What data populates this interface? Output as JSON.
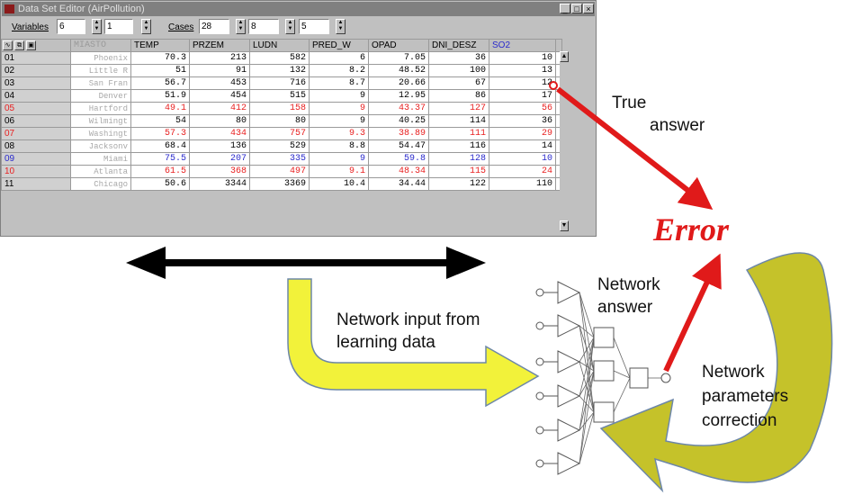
{
  "window": {
    "title": "Data Set Editor (AirPollution)",
    "controls": [
      "_",
      "□",
      "×"
    ]
  },
  "toolbar": {
    "variables_label": "Variables",
    "variables_value": "6",
    "variables_second_value": "1",
    "cases_label": "Cases",
    "cases_value": "28",
    "cases_second_value": "8",
    "cases_third_value": "5"
  },
  "table": {
    "columns": [
      "MIASTO",
      "TEMP",
      "PRZEM",
      "LUDN",
      "PRED_W",
      "OPAD",
      "DNI_DESZ",
      "SO2"
    ],
    "rows": [
      {
        "id": "01",
        "city": "Phoenix",
        "values": [
          "70.3",
          "213",
          "582",
          "6",
          "7.05",
          "36",
          "10"
        ],
        "color": "#000000"
      },
      {
        "id": "02",
        "city": "Little R",
        "values": [
          "51",
          "91",
          "132",
          "8.2",
          "48.52",
          "100",
          "13"
        ],
        "color": "#000000"
      },
      {
        "id": "03",
        "city": "San Fran",
        "values": [
          "56.7",
          "453",
          "716",
          "8.7",
          "20.66",
          "67",
          "12"
        ],
        "color": "#000000"
      },
      {
        "id": "04",
        "city": "Denver",
        "values": [
          "51.9",
          "454",
          "515",
          "9",
          "12.95",
          "86",
          "17"
        ],
        "color": "#000000"
      },
      {
        "id": "05",
        "city": "Hartford",
        "values": [
          "49.1",
          "412",
          "158",
          "9",
          "43.37",
          "127",
          "56"
        ],
        "color": "#e82020"
      },
      {
        "id": "06",
        "city": "Wilmingt",
        "values": [
          "54",
          "80",
          "80",
          "9",
          "40.25",
          "114",
          "36"
        ],
        "color": "#000000"
      },
      {
        "id": "07",
        "city": "Washingt",
        "values": [
          "57.3",
          "434",
          "757",
          "9.3",
          "38.89",
          "111",
          "29"
        ],
        "color": "#e82020"
      },
      {
        "id": "08",
        "city": "Jacksonv",
        "values": [
          "68.4",
          "136",
          "529",
          "8.8",
          "54.47",
          "116",
          "14"
        ],
        "color": "#000000"
      },
      {
        "id": "09",
        "city": "Miami",
        "values": [
          "75.5",
          "207",
          "335",
          "9",
          "59.8",
          "128",
          "10"
        ],
        "color": "#2a2acc"
      },
      {
        "id": "10",
        "city": "Atlanta",
        "values": [
          "61.5",
          "368",
          "497",
          "9.1",
          "48.34",
          "115",
          "24"
        ],
        "color": "#e82020"
      },
      {
        "id": "11",
        "city": "Chicago",
        "values": [
          "50.6",
          "3344",
          "3369",
          "10.4",
          "34.44",
          "122",
          "110"
        ],
        "color": "#000000"
      }
    ]
  },
  "labels": {
    "true_answer_line1": "True",
    "true_answer_line2": "answer",
    "error": "Error",
    "network_answer_line1": "Network",
    "network_answer_line2": "answer",
    "network_input_line1": "Network input from",
    "network_input_line2": "learning data",
    "correction_line1": "Network",
    "correction_line2": "parameters",
    "correction_line3": "correction"
  },
  "colors": {
    "error_red": "#e01a1a",
    "arrow_yellow": "#f2f23a",
    "loop_olive": "#c5c22a",
    "blue_text": "#2a2acc"
  }
}
